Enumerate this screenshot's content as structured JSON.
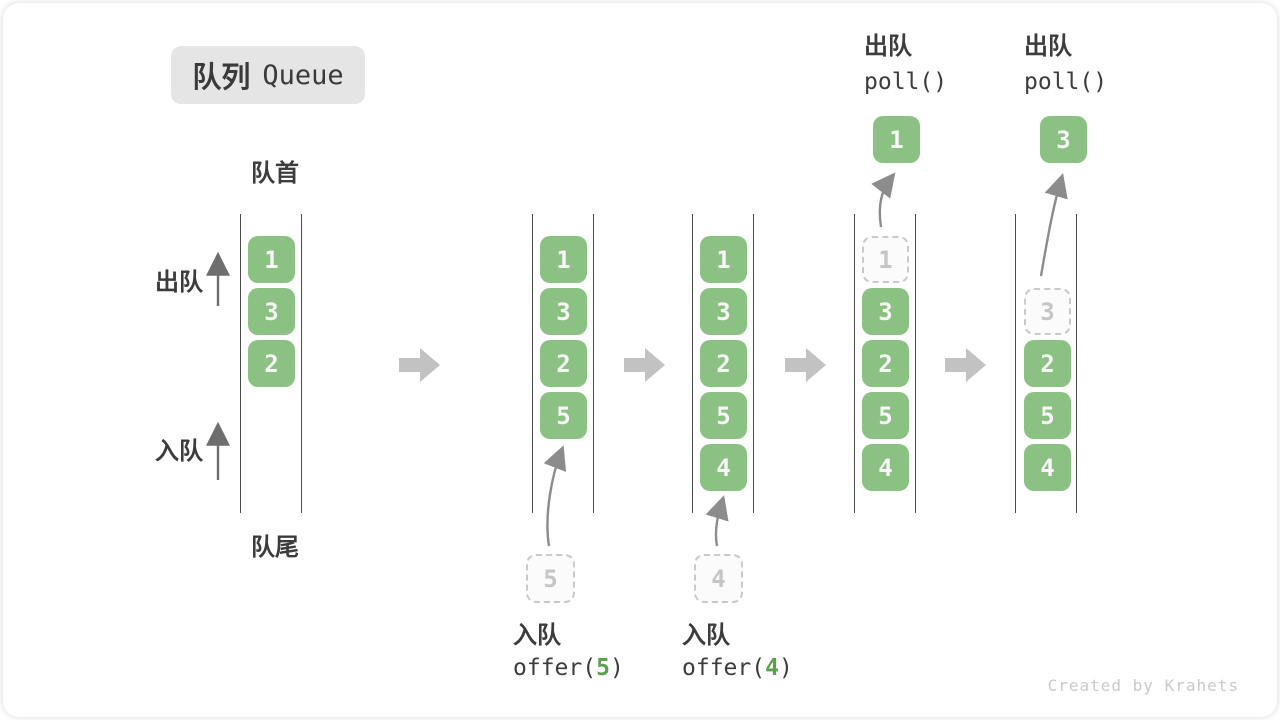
{
  "badge": {
    "title_zh": "队列",
    "title_en": "Queue"
  },
  "labels": {
    "front": "队首",
    "rear": "队尾",
    "dequeue": "出队",
    "enqueue": "入队"
  },
  "states": [
    {
      "queue": [
        "1",
        "3",
        "2"
      ]
    },
    {
      "queue": [
        "1",
        "3",
        "2",
        "5"
      ],
      "incoming": "5"
    },
    {
      "queue": [
        "1",
        "3",
        "2",
        "5",
        "4"
      ],
      "incoming": "4"
    },
    {
      "queue": [
        "3",
        "2",
        "5",
        "4"
      ],
      "removed": "1",
      "popped": "1"
    },
    {
      "queue": [
        "2",
        "5",
        "4"
      ],
      "removed": "3",
      "popped": "3"
    }
  ],
  "operations": {
    "enqueue_5": {
      "label": "入队",
      "code_fn": "offer(",
      "code_arg": "5",
      "code_close": ")"
    },
    "enqueue_4": {
      "label": "入队",
      "code_fn": "offer(",
      "code_arg": "4",
      "code_close": ")"
    },
    "poll_1": {
      "label": "出队",
      "code": "poll()"
    },
    "poll_2": {
      "label": "出队",
      "code": "poll()"
    }
  },
  "watermark": "Created by Krahets",
  "colors": {
    "cell_green": "#8bc183",
    "code_arg_green": "#5aa14e",
    "block_arrow_gray": "#c2c2c2",
    "dashed_border_gray": "#c9c9c9",
    "rail_dark": "#4a4a4a",
    "text_dark": "#3c3c3c"
  }
}
